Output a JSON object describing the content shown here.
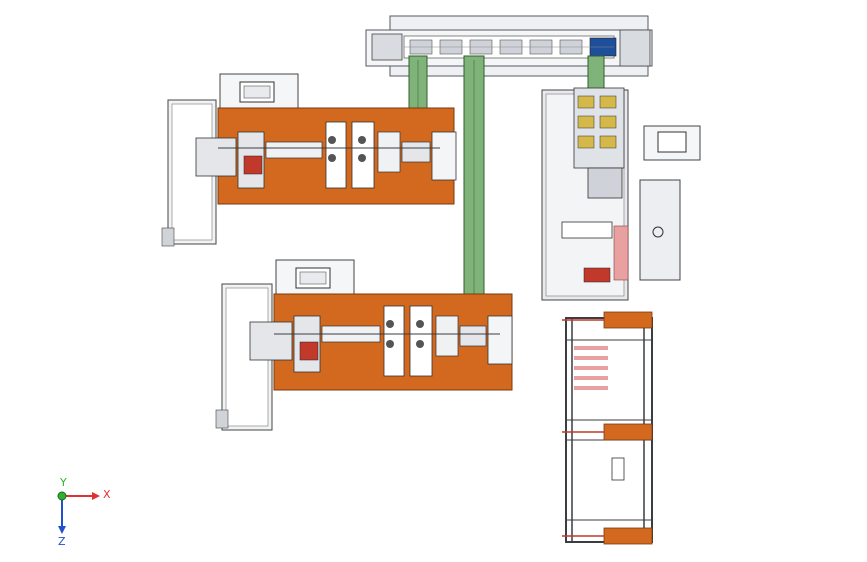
{
  "triad": {
    "x_label": "X",
    "y_label": "Y",
    "z_label": "Z"
  },
  "colors": {
    "orange_plate": "#d2691e",
    "plate_edge": "#7a3a10",
    "steel": "#e4e6ea",
    "steel_dark": "#555a60",
    "green_belt": "#7fb37a",
    "green_dark": "#2f5f2c",
    "frame": "#3a3d42",
    "pink": "#e8a0a0",
    "red_part": "#c0392b",
    "x_axis": "#e03030",
    "y_axis": "#30b030",
    "z_axis": "#2050d0"
  }
}
